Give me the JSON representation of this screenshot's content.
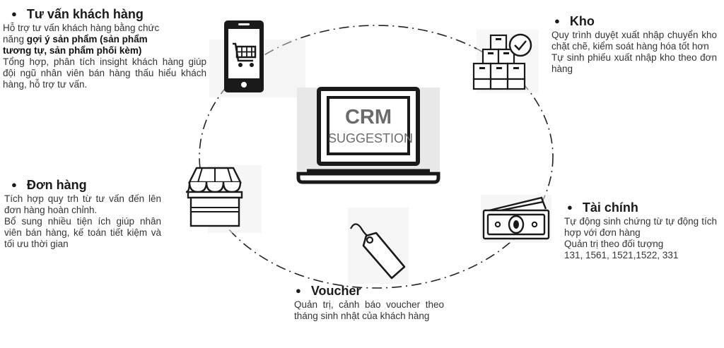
{
  "center": {
    "title": "CRM",
    "subtitle": "SUGGESTION"
  },
  "sections": {
    "tu_van": {
      "title": "Tư vấn khách hàng",
      "line1": "Hỗ trợ tư vấn khách hàng bằng chức",
      "line2_prefix": "năng ",
      "line2_bold": "gợi ý sản phẩm (sản phẩm",
      "line3_bold": "tương tự, sản phẩm phối kèm)",
      "para2": "Tổng hợp, phân tích insight khách hàng giúp đội ngũ nhân viên bán hàng thấu hiểu khách hàng, hỗ trợ tư vấn."
    },
    "kho": {
      "title": "Kho",
      "para1": "Quy trình duyệt xuất nhập chuyển kho chặt chẽ, kiểm soát hàng hóa tốt hơn",
      "para2": "Tự sinh phiếu xuất nhập kho theo đơn hàng"
    },
    "don_hang": {
      "title": "Đơn hàng",
      "para1": "Tích hợp quy trh từ tư vấn đến lên đơn hàng hoàn chỉnh.",
      "para2": "Bổ sung nhiều tiện ích giúp nhân viên bán hàng, kế toán tiết kiệm và tối ưu thời gian"
    },
    "tai_chinh": {
      "title": "Tài chính",
      "para1": "Tự động sinh chứng từ tự động tích hợp với đơn hàng",
      "para2": "Quản trị theo đối tượng",
      "para3": "131, 1561, 1521,1522, 331"
    },
    "voucher": {
      "title": "Voucher",
      "para1": "Quản trị, cảnh báo voucher theo tháng sinh nhật của khách hàng"
    }
  }
}
